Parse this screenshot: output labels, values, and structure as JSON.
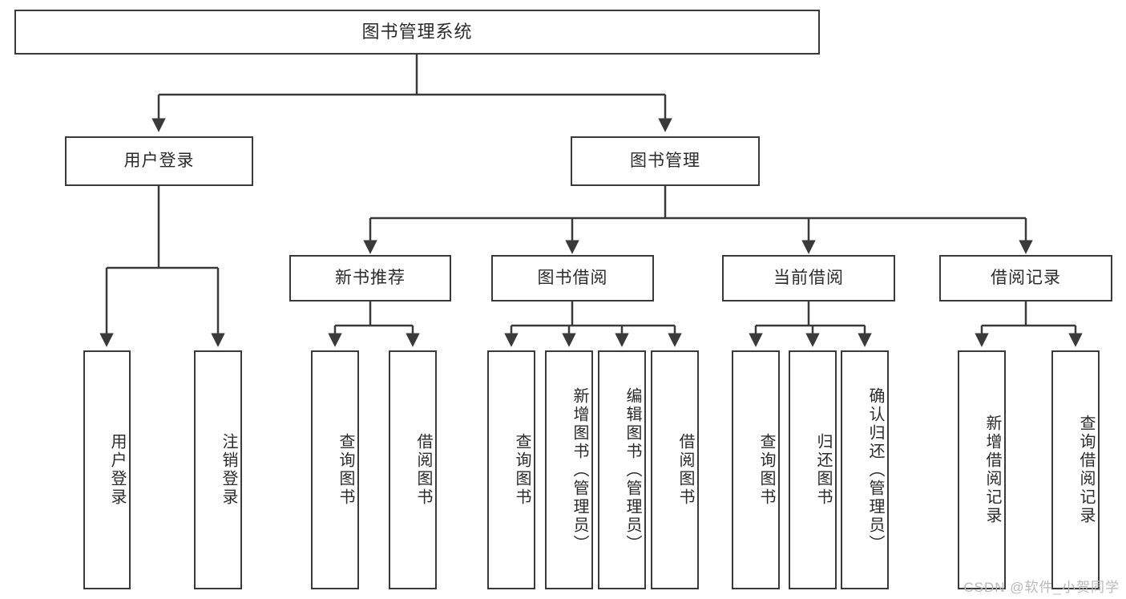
{
  "diagram": {
    "type": "tree",
    "title": "图书管理系统",
    "root": {
      "id": "root",
      "label": "图书管理系统"
    },
    "level2": [
      {
        "id": "user-login",
        "label": "用户登录"
      },
      {
        "id": "book-manage",
        "label": "图书管理"
      }
    ],
    "level3": [
      {
        "id": "new-book-rec",
        "label": "新书推荐"
      },
      {
        "id": "book-borrow",
        "label": "图书借阅"
      },
      {
        "id": "current-borrow",
        "label": "当前借阅"
      },
      {
        "id": "borrow-record",
        "label": "借阅记录"
      }
    ],
    "leaves": [
      {
        "id": "leaf-user-login",
        "label": "用户登录",
        "parent": "user-login"
      },
      {
        "id": "leaf-user-logout",
        "label": "注销登录",
        "parent": "user-login"
      },
      {
        "id": "leaf-query-book-1",
        "label": "查询图书",
        "parent": "new-book-rec"
      },
      {
        "id": "leaf-borrow-book-1",
        "label": "借阅图书",
        "parent": "new-book-rec"
      },
      {
        "id": "leaf-query-book-2",
        "label": "查询图书",
        "parent": "book-borrow"
      },
      {
        "id": "leaf-add-book",
        "label": "新增图书（管理员）",
        "parent": "book-borrow"
      },
      {
        "id": "leaf-edit-book",
        "label": "编辑图书（管理员）",
        "parent": "book-borrow"
      },
      {
        "id": "leaf-borrow-book-2",
        "label": "借阅图书",
        "parent": "book-borrow"
      },
      {
        "id": "leaf-query-book-3",
        "label": "查询图书",
        "parent": "current-borrow"
      },
      {
        "id": "leaf-return-book",
        "label": "归还图书",
        "parent": "current-borrow"
      },
      {
        "id": "leaf-confirm-return",
        "label": "确认归还（管理员）",
        "parent": "current-borrow"
      },
      {
        "id": "leaf-add-record",
        "label": "新增借阅记录",
        "parent": "borrow-record"
      },
      {
        "id": "leaf-query-record",
        "label": "查询借阅记录",
        "parent": "borrow-record"
      }
    ],
    "watermark": "CSDN @软件_小贺同学",
    "colors": {
      "stroke": "#3a3a3a",
      "background": "#ffffff",
      "text": "#2b2b2b",
      "watermark": "#b9b9b9"
    }
  }
}
